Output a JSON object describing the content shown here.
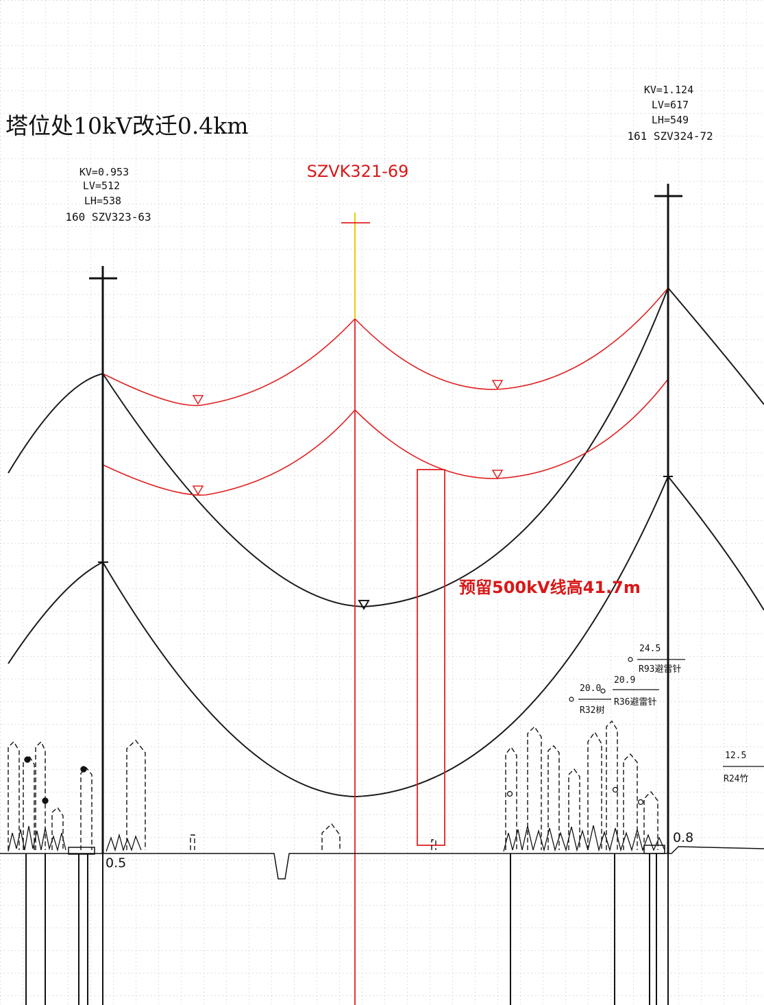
{
  "header_note": "塔位处10kV改迁0.4km",
  "towers": {
    "left": {
      "kv": "KV=0.953",
      "lv": "LV=512",
      "lh": "LH=538",
      "id_line": "160  SZV323-63"
    },
    "middle": {
      "name": "SZVK321-69"
    },
    "right": {
      "kv": "KV=1.124",
      "lv": "LV=617",
      "lh": "LH=549",
      "id_line": "161  SZV324-72"
    }
  },
  "reserve_note": "预留500kV线高41.7m",
  "obstacles": [
    {
      "height": "24.5",
      "label": "R93避雷针"
    },
    {
      "height": "20.9",
      "label": "R36避雷针"
    },
    {
      "height": "20.0",
      "label": "R32树"
    },
    {
      "height": "12.5",
      "label": "R24竹"
    }
  ],
  "ground_marks": {
    "left": "0.5",
    "right": "0.8"
  },
  "colors": {
    "existing_line": "#1a1a1a",
    "new_line": "#e02020",
    "annotation_red": "#d81818",
    "grid": "#9a9a9a",
    "tower_top_yellow": "#e8d000"
  }
}
